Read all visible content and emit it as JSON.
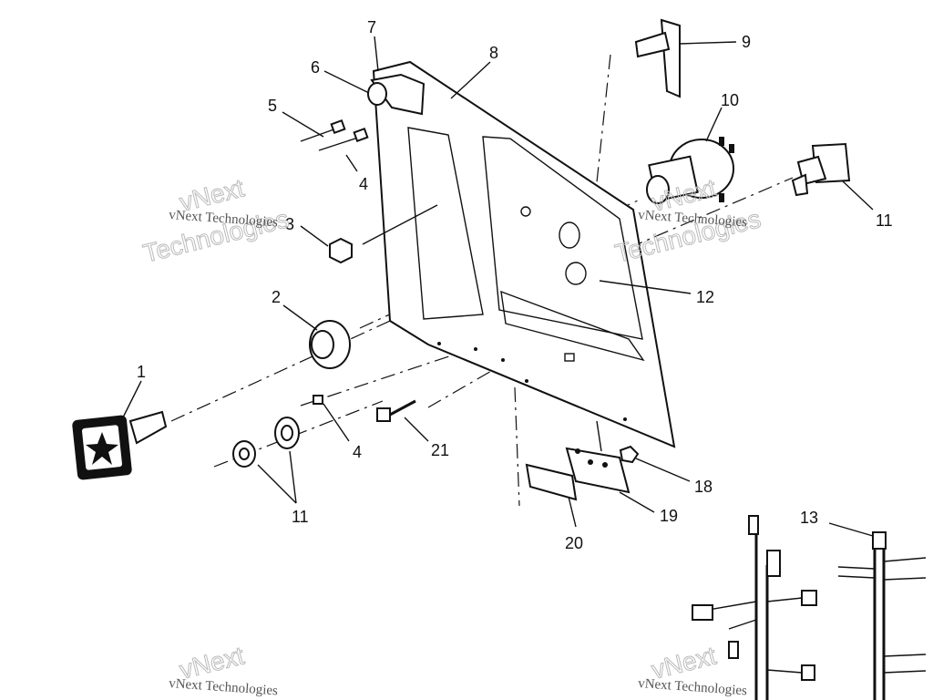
{
  "callouts": [
    {
      "id": "1",
      "label": "1"
    },
    {
      "id": "2",
      "label": "2"
    },
    {
      "id": "3",
      "label": "3"
    },
    {
      "id": "4a",
      "label": "4"
    },
    {
      "id": "4b",
      "label": "4"
    },
    {
      "id": "5",
      "label": "5"
    },
    {
      "id": "6",
      "label": "6"
    },
    {
      "id": "7",
      "label": "7"
    },
    {
      "id": "8",
      "label": "8"
    },
    {
      "id": "9",
      "label": "9"
    },
    {
      "id": "10",
      "label": "10"
    },
    {
      "id": "11a",
      "label": "11"
    },
    {
      "id": "11b",
      "label": "11"
    },
    {
      "id": "12",
      "label": "12"
    },
    {
      "id": "13",
      "label": "13"
    },
    {
      "id": "18",
      "label": "18"
    },
    {
      "id": "19",
      "label": "19"
    },
    {
      "id": "20",
      "label": "20"
    },
    {
      "id": "21",
      "label": "21"
    }
  ],
  "watermark": {
    "small": "vNext Technologies",
    "big_line1": "vNext",
    "big_line2": "Technologies"
  }
}
